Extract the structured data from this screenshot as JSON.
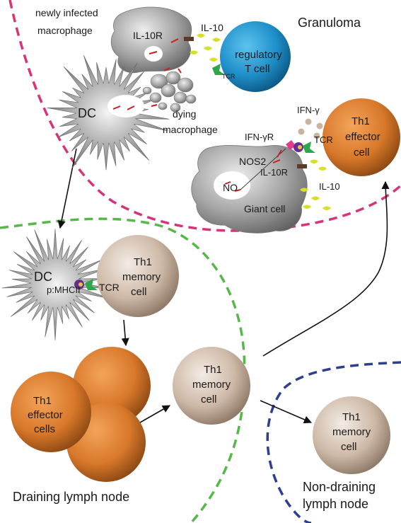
{
  "title": "Granuloma",
  "region_labels": {
    "draining": "Draining lymph node",
    "nondraining_line1": "Non-draining",
    "nondraining_line2": "lymph node"
  },
  "colors": {
    "granuloma_border": "#d6337a",
    "draining_border": "#57b84a",
    "nondraining_border": "#2f3f8f",
    "th1_effector": "#d8782a",
    "th1_memory": "#c8b29f",
    "regulatory_t": "#1f8fc9",
    "macrophage": "#9a9a9a",
    "cytokine_yellow": "#d6df2a",
    "tcr_green": "#2aa84a",
    "mhc_purple": "#6a2c8c"
  },
  "labels": {
    "newly_infected_line1": "newly infected",
    "newly_infected_line2": "macrophage",
    "il10r_top": "IL-10R",
    "il10_top": "IL-10",
    "treg_line1": "regulatory",
    "treg_line2": "T cell",
    "tcr_small": "TCR",
    "dc_top": "DC",
    "dying_line1": "dying",
    "dying_line2": "macrophage",
    "ifng": "IFN-γ",
    "ifngr": "IFN-γR",
    "tcr_gc": "TCR",
    "nos2": "NOS2",
    "il10r_gc": "IL-10R",
    "no": "NO",
    "il10_gc": "IL-10",
    "giant_cell": "Giant cell",
    "th1_eff_line1": "Th1",
    "th1_eff_line2": "effector",
    "th1_eff_line3": "cell",
    "dc_ln": "DC",
    "pmhcii": "p:MHCII",
    "tcr_ln": "TCR",
    "mem1_line1": "Th1",
    "mem1_line2": "memory",
    "mem1_line3": "cell",
    "effs_line1": "Th1",
    "effs_line2": "effector",
    "effs_line3": "cells",
    "mem2_line1": "Th1",
    "mem2_line2": "memory",
    "mem2_line3": "cell",
    "mem3_line1": "Th1",
    "mem3_line2": "memory",
    "mem3_line3": "cell"
  }
}
